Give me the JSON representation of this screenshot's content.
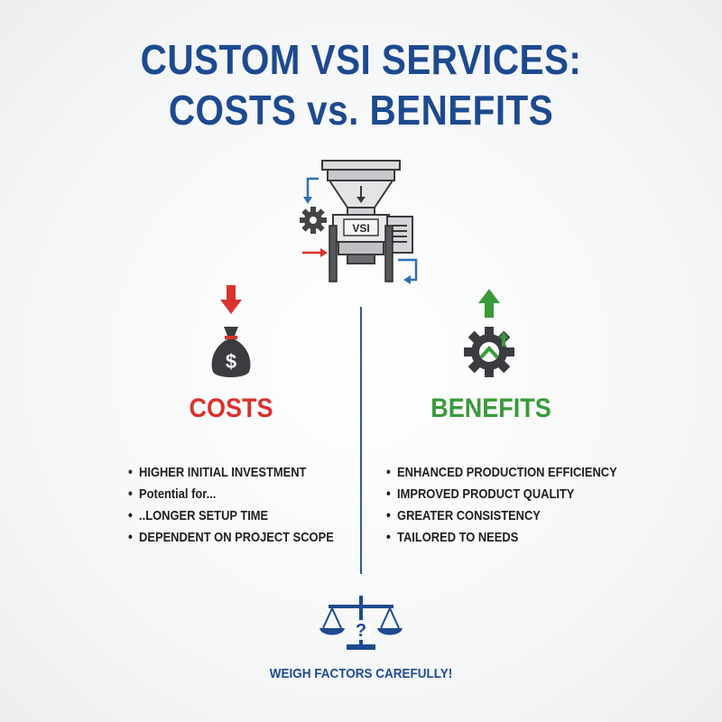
{
  "title": {
    "line1": "CUSTOM VSI SERVICES:",
    "line2": "COSTS vs. BENEFITS"
  },
  "machine": {
    "label": "VSI"
  },
  "costs": {
    "heading": "COSTS",
    "color": "#d8332e",
    "items": [
      "HIGHER INITIAL INVESTMENT",
      "Potential for...",
      "..LONGER SETUP TIME",
      "DEPENDENT ON PROJECT SCOPE"
    ]
  },
  "benefits": {
    "heading": "BENEFITS",
    "color": "#3a9a3a",
    "items": [
      "ENHANCED PRODUCTION EFFICIENCY",
      "IMPROVED PRODUCT QUALITY",
      "GREATER CONSISTENCY",
      "TAILORED TO NEEDS"
    ]
  },
  "footer": {
    "text": "WEIGH FACTORS CAREFULLY!"
  },
  "icons": {
    "machine": "vsi-crusher-icon",
    "costs": "money-bag-icon",
    "costs_arrow": "arrow-down-icon",
    "benefits": "gear-icon",
    "benefits_arrow": "arrow-up-icon",
    "footer": "balance-scale-icon"
  },
  "colors": {
    "primary": "#1d4a8f",
    "cost": "#d8332e",
    "benefit": "#3a9a3a"
  }
}
